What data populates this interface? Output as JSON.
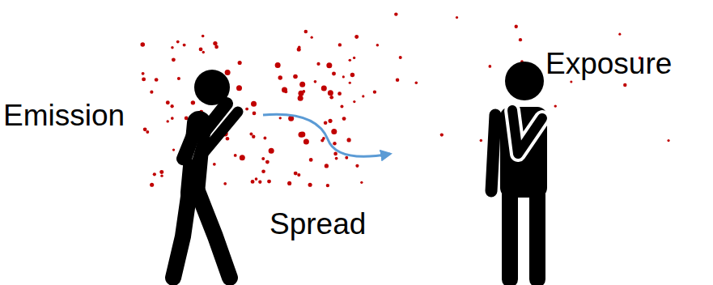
{
  "diagram": {
    "labels": [
      "Emission",
      "Spread",
      "Exposure"
    ]
  }
}
